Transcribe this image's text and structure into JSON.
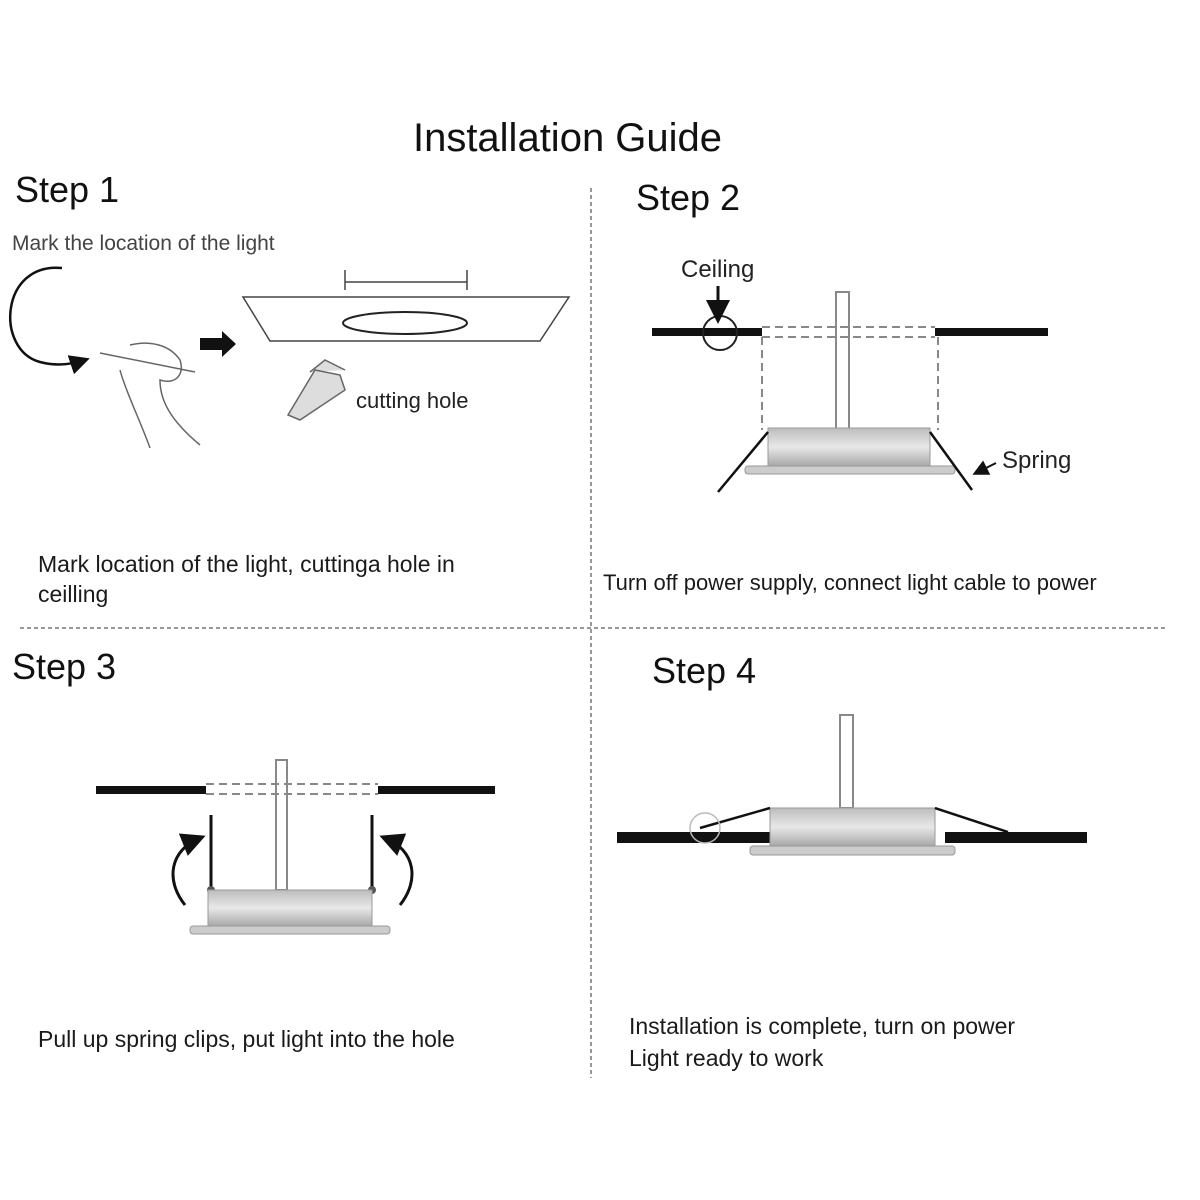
{
  "title": "Installation Guide",
  "steps": [
    {
      "heading": "Step 1",
      "note": "Mark the location of the light",
      "tool_label": "cutting hole",
      "caption_line1": "Mark location of the light, cuttinga hole in",
      "caption_line2": "ceilling"
    },
    {
      "heading": "Step 2",
      "ceiling_label": "Ceiling",
      "spring_label": "Spring",
      "caption_line1": "Turn off power supply, connect light cable to power"
    },
    {
      "heading": "Step 3",
      "caption_line1": "Pull up spring clips, put light into the hole"
    },
    {
      "heading": "Step 4",
      "caption_line1": "Installation is complete, turn on power",
      "caption_line2": "Light ready to work"
    }
  ]
}
